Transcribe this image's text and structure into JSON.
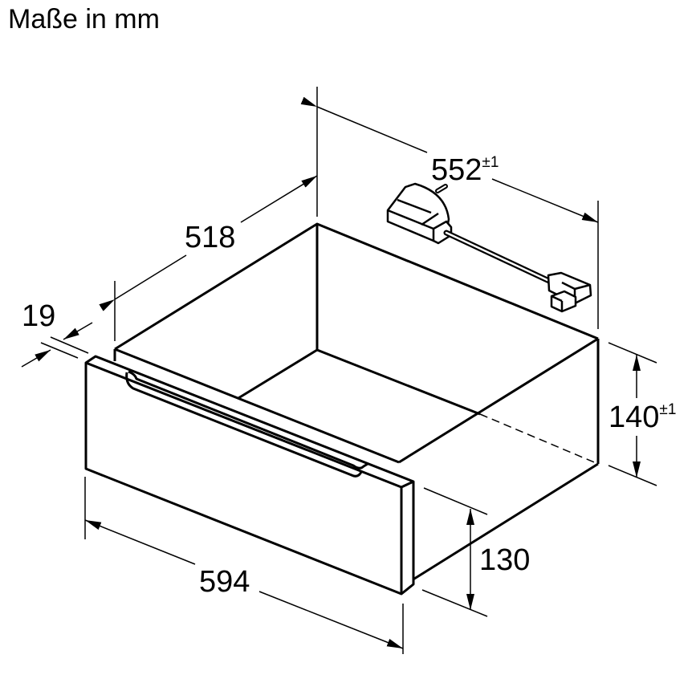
{
  "title": "Maße in mm",
  "dimensions": {
    "depth_top": {
      "value": "552",
      "tolerance": "±1"
    },
    "depth_side": {
      "value": "518"
    },
    "front_thickness": {
      "value": "19"
    },
    "height_body": {
      "value": "140",
      "tolerance": "±1"
    },
    "height_front": {
      "value": "130"
    },
    "width": {
      "value": "594"
    }
  },
  "colors": {
    "line": "#000000",
    "background": "#ffffff"
  }
}
